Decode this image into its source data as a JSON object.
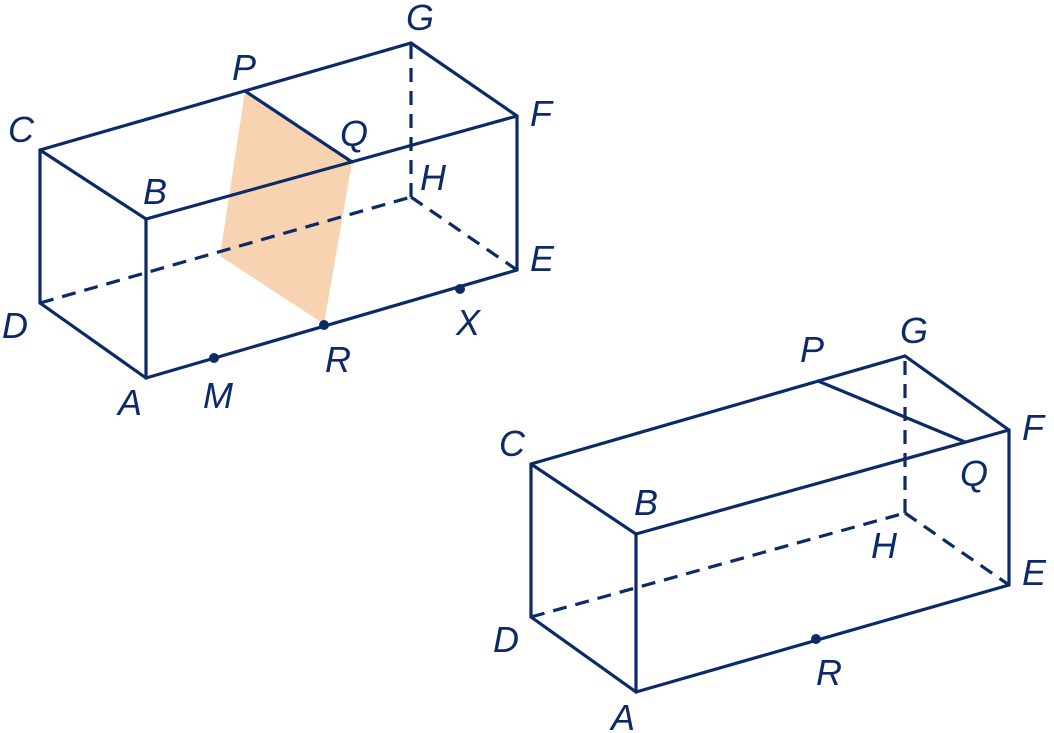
{
  "colors": {
    "stroke": "#0b2a66",
    "section_fill": "#f8d3b1"
  },
  "figure_top": {
    "labels": {
      "C": "C",
      "P": "P",
      "G": "G",
      "Q": "Q",
      "F": "F",
      "B": "B",
      "H": "H",
      "E": "E",
      "D": "D",
      "R": "R",
      "X": "X",
      "A": "A",
      "M": "M"
    }
  },
  "figure_bottom": {
    "labels": {
      "P": "P",
      "G": "G",
      "C": "C",
      "F": "F",
      "Q": "Q",
      "B": "B",
      "H": "H",
      "E": "E",
      "D": "D",
      "R": "R",
      "A": "A"
    }
  }
}
